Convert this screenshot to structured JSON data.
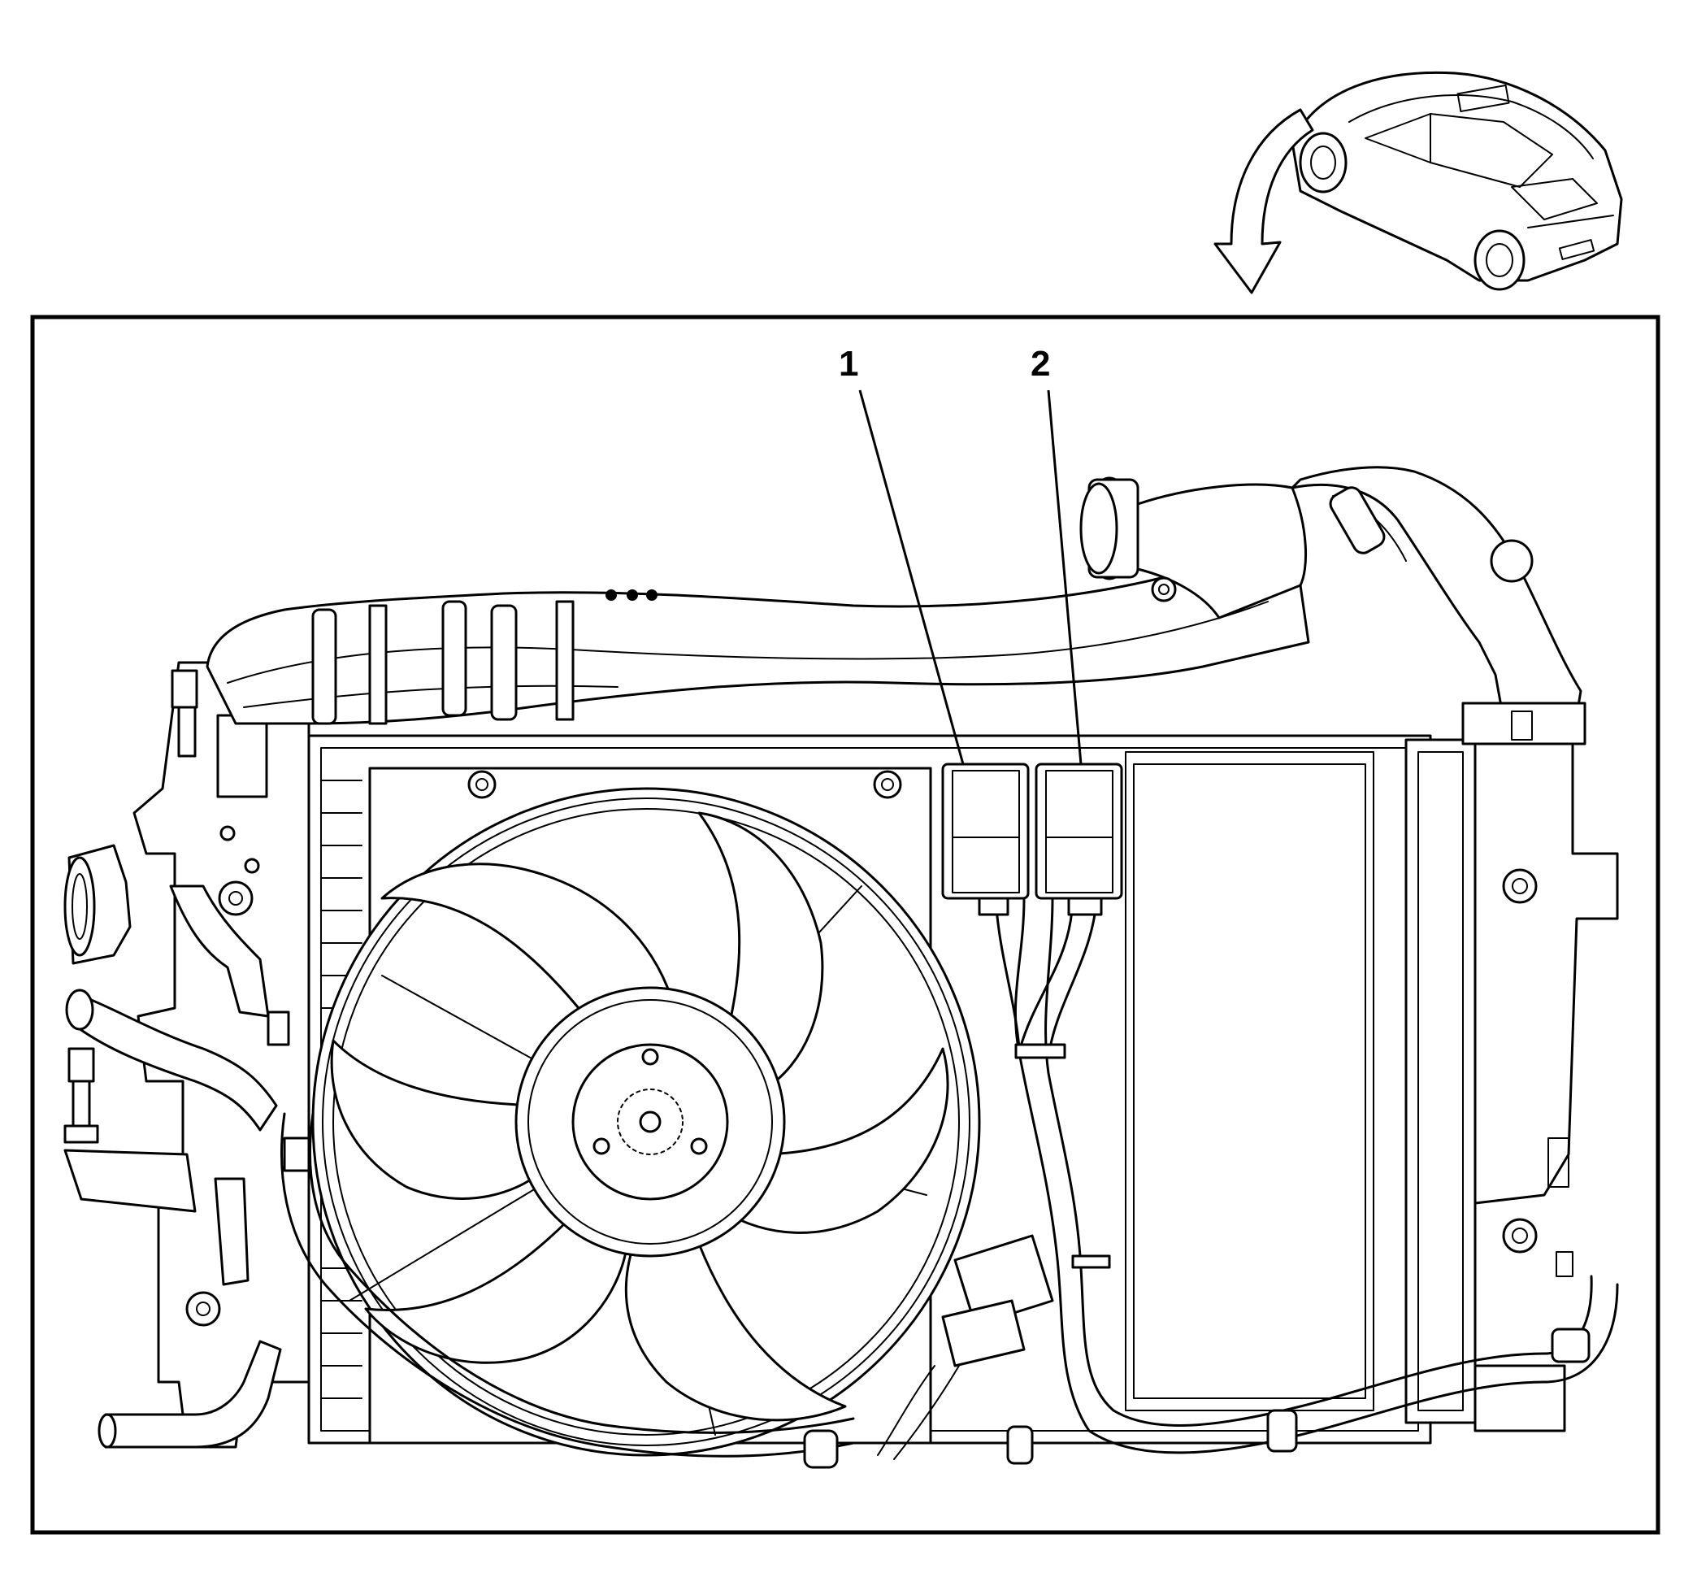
{
  "figure": {
    "callouts": [
      {
        "id": "1",
        "label": "1"
      },
      {
        "id": "2",
        "label": "2"
      }
    ],
    "colors": {
      "line": "#000000",
      "background": "#ffffff"
    },
    "orientation_indicator": "vehicle-front-arrow-icon"
  }
}
